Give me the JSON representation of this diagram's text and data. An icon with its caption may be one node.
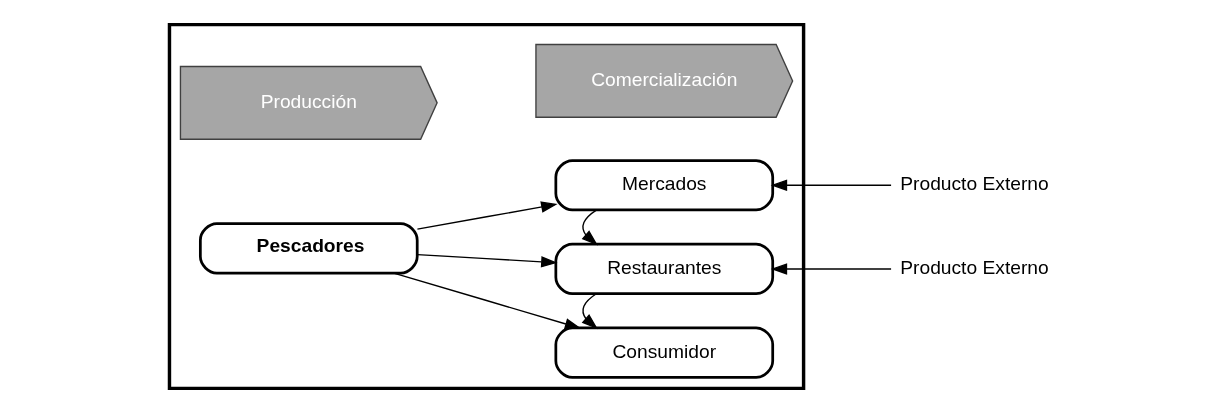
{
  "diagram": {
    "nodes": [
      {
        "text": [],
        "shape": "box"
      },
      {
        "text": [
          "Producción"
        ],
        "in": 0
      },
      {
        "text": [
          "Comercialización"
        ],
        "in": 0
      },
      {
        "text": [
          "Pescadores"
        ],
        "in": 0
      },
      {
        "text": [
          "Mercados"
        ],
        "in": 0
      },
      {
        "text": [
          "Restaurantes"
        ],
        "in": 0
      },
      {
        "text": [
          "Consumidor"
        ],
        "in": 0
      },
      {
        "text": [
          "Producto Externo"
        ]
      },
      {
        "text": [
          "Producto Externo"
        ]
      }
    ],
    "edges": [
      {
        "from": 3,
        "to": 4,
        "arrow": "to"
      },
      {
        "from": 3,
        "to": 5,
        "arrow": "to"
      },
      {
        "from": 3,
        "to": 6,
        "arrow": "to"
      },
      {
        "from": 7,
        "to": 4,
        "arrow": "to"
      },
      {
        "from": 8,
        "to": 5,
        "arrow": "to"
      },
      {
        "from": 4,
        "to": 5,
        "arrow": "to"
      },
      {
        "from": 5,
        "to": 6,
        "arrow": "to"
      }
    ]
  }
}
